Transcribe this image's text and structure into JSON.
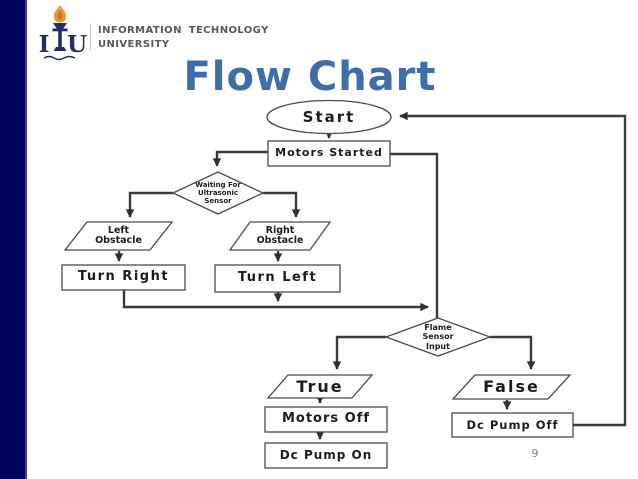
{
  "slide": {
    "title": "Flow Chart",
    "title_color": "#3d6ea7",
    "sidebar_color": "#04045e",
    "background_color": "#ffffff",
    "page_number": "9"
  },
  "header": {
    "logo_icon": "itu-torch-logo-icon",
    "logo_letter_left": "I",
    "logo_letter_right": "U",
    "university_line1": "INFORMATION TECHNOLOGY",
    "university_line2": "UNIVERSITY"
  },
  "flowchart": {
    "line_color": "#3a3a3a",
    "shape_border_color": "#4b4b4b",
    "shape_fill_color": "#ffffff",
    "text_color": "#1c1c1c",
    "nodes": {
      "start": {
        "shape": "terminator",
        "label": "Start"
      },
      "motors_started": {
        "shape": "process",
        "label": "Motors Started"
      },
      "waiting": {
        "shape": "decision",
        "label": "Waiting For\nUltrasonic\nSensor"
      },
      "left_obstacle": {
        "shape": "data",
        "label": "Left\nObstacle"
      },
      "right_obstacle": {
        "shape": "data",
        "label": "Right\nObstacle"
      },
      "turn_right": {
        "shape": "process",
        "label": "Turn Right"
      },
      "turn_left": {
        "shape": "process",
        "label": "Turn Left"
      },
      "flame": {
        "shape": "decision",
        "label": "Flame\nSensor\nInput"
      },
      "true_branch": {
        "shape": "data",
        "label": "True"
      },
      "false_branch": {
        "shape": "data",
        "label": "False"
      },
      "motors_off": {
        "shape": "process",
        "label": "Motors Off"
      },
      "dc_pump_on": {
        "shape": "process",
        "label": "Dc Pump On"
      },
      "dc_pump_off": {
        "shape": "process",
        "label": "Dc Pump Off"
      }
    },
    "edges": [
      "start -> motors_started",
      "motors_started -> waiting",
      "waiting -> left_obstacle",
      "waiting -> right_obstacle",
      "left_obstacle -> turn_right",
      "right_obstacle -> turn_left",
      "turn_right -> flame",
      "turn_left -> flame",
      "motors_started -> flame",
      "flame -> true_branch",
      "flame -> false_branch",
      "true_branch -> motors_off",
      "motors_off -> dc_pump_on",
      "false_branch -> dc_pump_off",
      "dc_pump_off -> start"
    ]
  }
}
